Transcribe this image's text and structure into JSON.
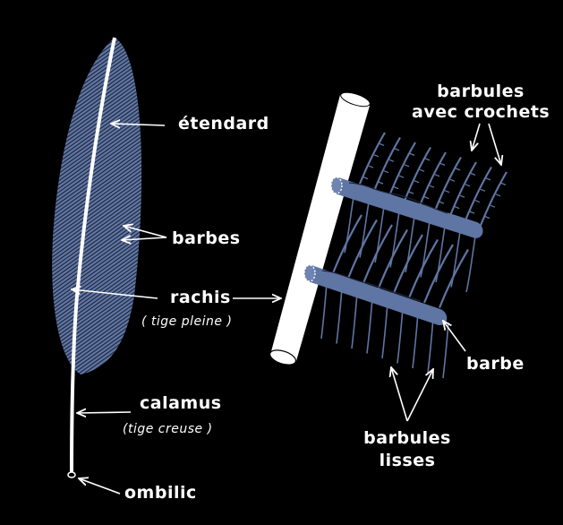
{
  "labels": {
    "etendard": "étendard",
    "barbes": "barbes",
    "rachis": "rachis",
    "rachis_note": "( tige pleine )",
    "calamus": "calamus",
    "calamus_note": "(tige creuse )",
    "ombilic": "ombilic",
    "barbules_crochets_1": "barbules",
    "barbules_crochets_2": "avec crochets",
    "barbe": "barbe",
    "barbules_lisses_1": "barbules",
    "barbules_lisses_2": "lisses"
  },
  "colors": {
    "background": "#000000",
    "feather_blue": "#5f75a3",
    "feather_stripe": "#1c2438",
    "line_white": "#ffffff"
  },
  "icons": [
    "arrow-icon"
  ]
}
